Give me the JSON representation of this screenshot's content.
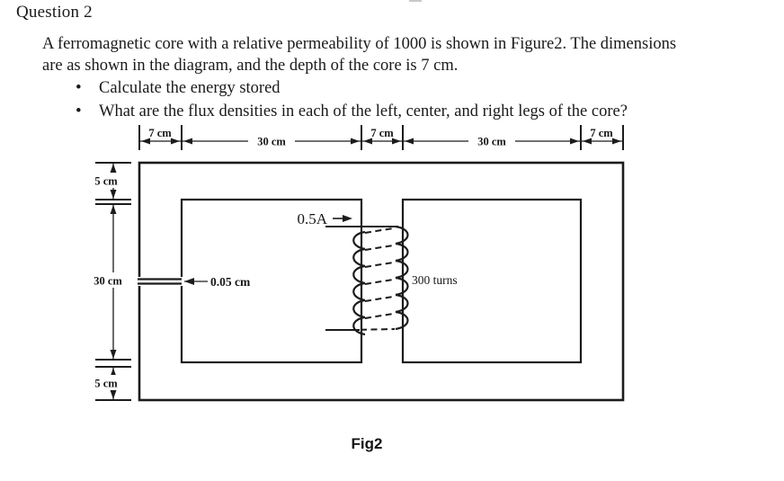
{
  "page": {
    "title": "Question 2",
    "body_line1": "A ferromagnetic core with a relative permeability of 1000 is shown in Figure2. The dimensions",
    "body_line2": "are as shown in the diagram, and the depth of the core is 7 cm.",
    "bullet1": "Calculate the energy stored",
    "bullet2": "What are the flux densities in each of the left, center, and right legs of the core?"
  },
  "figure": {
    "caption": "Fig2",
    "top_dims": [
      "7 cm",
      "30 cm",
      "7 cm",
      "30 cm",
      "7 cm"
    ],
    "left_dims": [
      "5 cm",
      "30 cm",
      "5 cm"
    ],
    "air_gap_label": "0.05 cm",
    "current_label": "0.5A",
    "coil_label": "300 turns",
    "ink_color": "#1c1c1c"
  }
}
